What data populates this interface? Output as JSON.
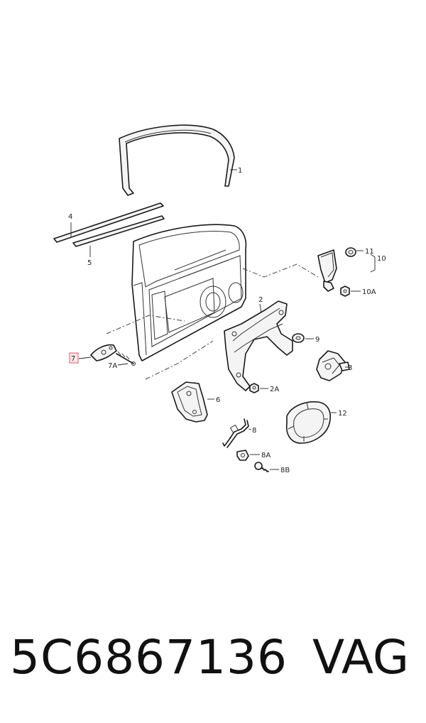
{
  "callouts": {
    "c1": "1",
    "c2": "2",
    "c2a": "2A",
    "c3": "3",
    "c4": "4",
    "c5": "5",
    "c6": "6",
    "c7": "7",
    "c7a": "7A",
    "c8": "8",
    "c8a": "8A",
    "c8b": "8B",
    "c9": "9",
    "c10": "10",
    "c10a": "10A",
    "c11": "11",
    "c12": "12"
  },
  "highlighted_callout": "7",
  "highlight_color": "#e05a6a",
  "footer": {
    "part_number": "5C6867136",
    "brand": "VAG"
  }
}
